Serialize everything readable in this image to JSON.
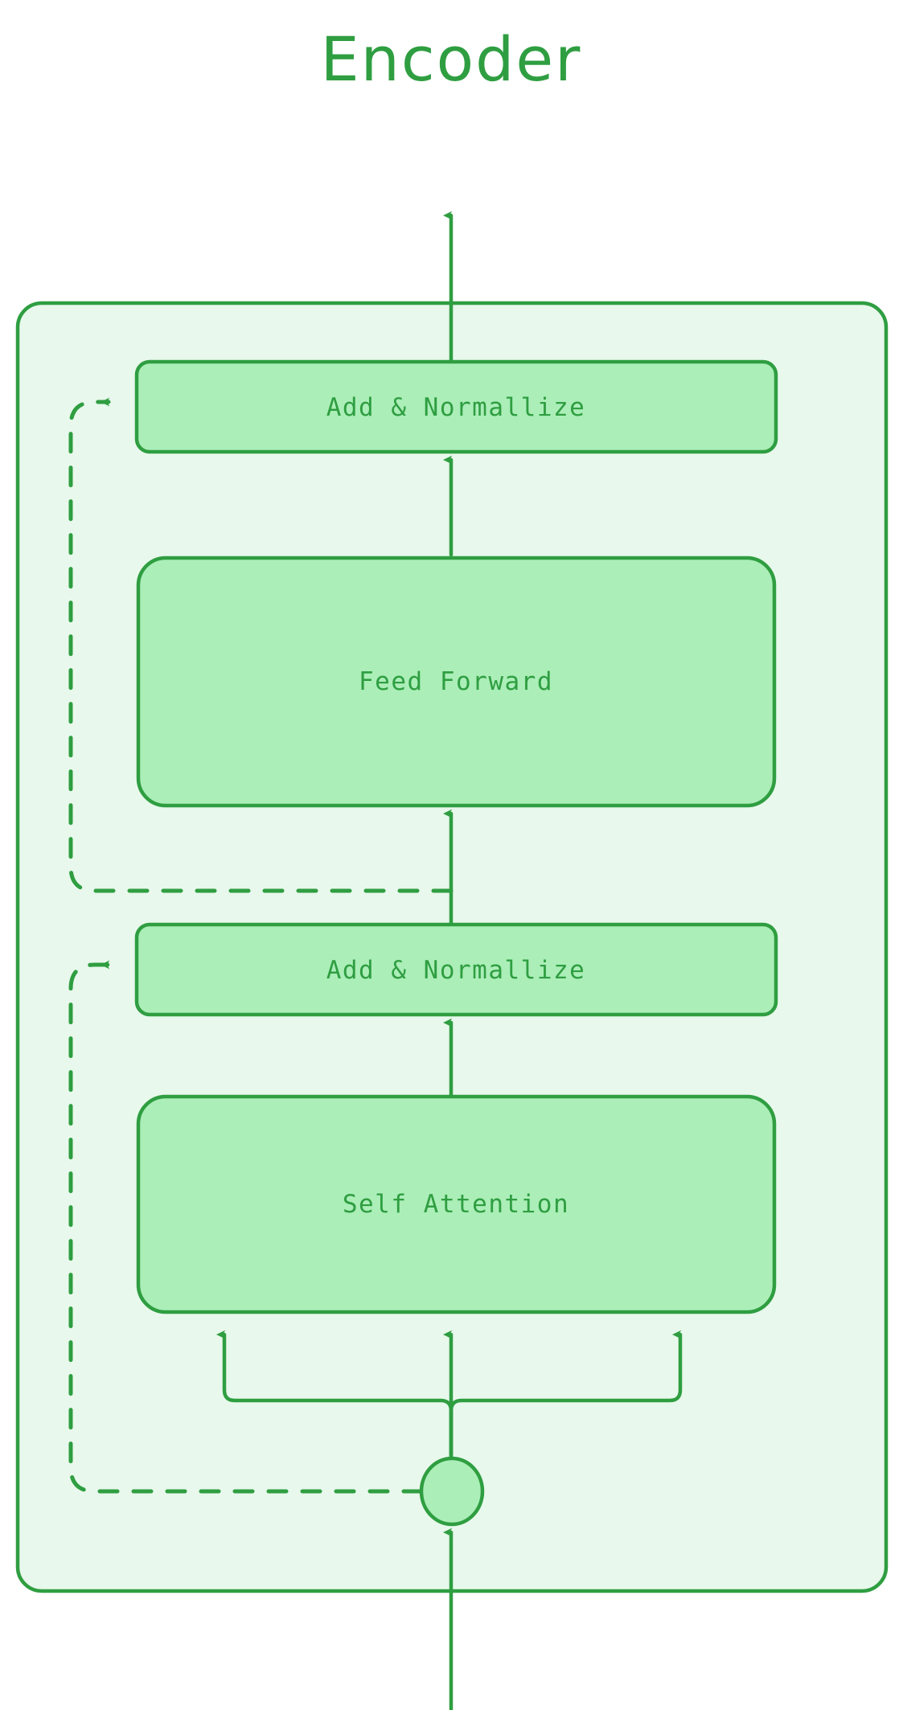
{
  "diagram": {
    "type": "flowchart",
    "title": "Encoder",
    "title_color": "#2f9e41",
    "background": "#ffffff",
    "colors": {
      "stroke": "#2f9e41",
      "container_fill": "#e8f8ec",
      "node_fill": "#abeeb8",
      "text": "#2f9e41"
    },
    "container": {
      "name": "encoder-block",
      "fill": "#e8f8ec",
      "stroke": "#2f9e41"
    },
    "nodes": [
      {
        "id": "add-norm-top",
        "label": "Add & Normallize",
        "shape": "rounded-rect"
      },
      {
        "id": "feed-forward",
        "label": "Feed Forward",
        "shape": "rounded-rect"
      },
      {
        "id": "add-norm-bottom",
        "label": "Add & Normallize",
        "shape": "rounded-rect"
      },
      {
        "id": "self-attention",
        "label": "Self Attention",
        "shape": "rounded-rect"
      },
      {
        "id": "input-junction",
        "label": "",
        "shape": "circle"
      }
    ],
    "edges": [
      {
        "from": "input",
        "to": "input-junction",
        "style": "solid",
        "arrow": true
      },
      {
        "from": "input-junction",
        "to": "self-attention",
        "style": "solid",
        "arrow": true,
        "note": "splits into three arrows (query, key, value)"
      },
      {
        "from": "self-attention",
        "to": "add-norm-bottom",
        "style": "solid",
        "arrow": true
      },
      {
        "from": "input-junction",
        "to": "add-norm-bottom",
        "style": "dashed",
        "arrow": true,
        "note": "residual connection"
      },
      {
        "from": "add-norm-bottom",
        "to": "feed-forward",
        "style": "solid",
        "arrow": true
      },
      {
        "from": "add-norm-bottom",
        "to": "add-norm-top",
        "style": "dashed",
        "arrow": true,
        "note": "residual connection"
      },
      {
        "from": "feed-forward",
        "to": "add-norm-top",
        "style": "solid",
        "arrow": true
      },
      {
        "from": "add-norm-top",
        "to": "output",
        "style": "solid",
        "arrow": true
      }
    ]
  }
}
